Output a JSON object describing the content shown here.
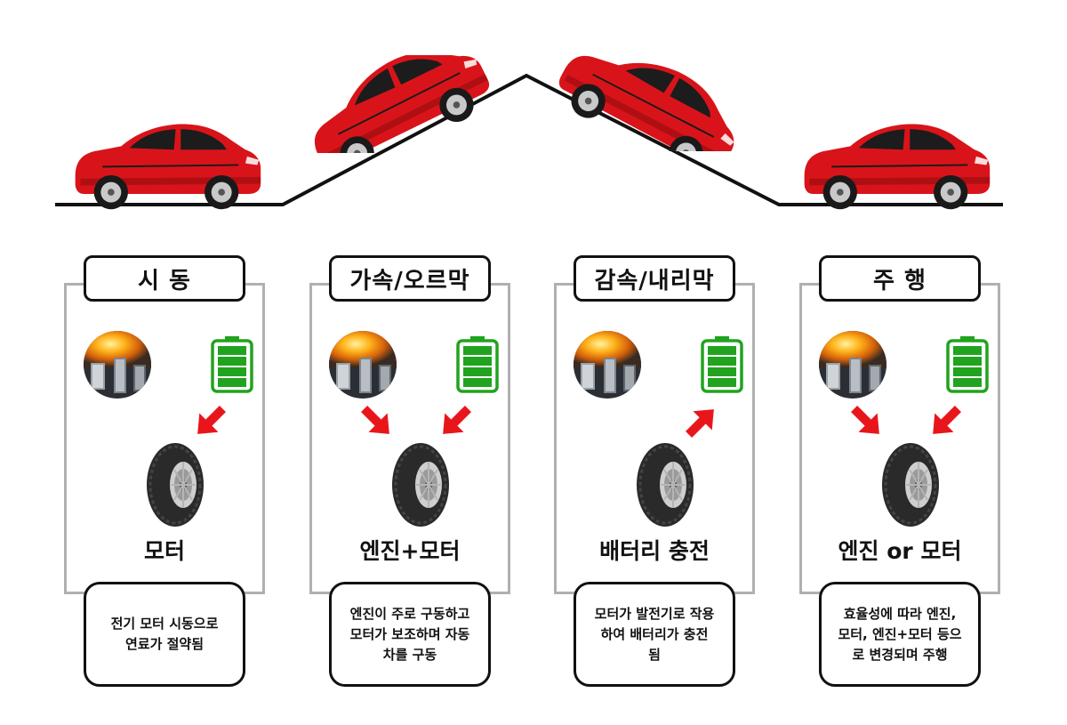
{
  "stages": [
    {
      "title": "시 동",
      "mode": "모터",
      "description_lines": [
        "전기 모터 시동으로",
        "연료가 절약됨"
      ],
      "flows": [
        "battery-to-wheel"
      ]
    },
    {
      "title": "가속/오르막",
      "mode": "엔진+모터",
      "description_lines": [
        "엔진이 주로 구동하고",
        "모터가 보조하며 자동",
        "차를 구동"
      ],
      "flows": [
        "engine-to-wheel",
        "battery-to-wheel"
      ]
    },
    {
      "title": "감속/내리막",
      "mode": "배터리 충전",
      "description_lines": [
        "모터가 발전기로 작용",
        "하여 배터리가 충전",
        "됨"
      ],
      "flows": [
        "wheel-to-battery"
      ]
    },
    {
      "title": "주 행",
      "mode": "엔진 or 모터",
      "description_lines": [
        "효율성에 따라 엔진,",
        "모터, 엔진+모터 등으",
        "로 변경되며 주행"
      ],
      "flows": [
        "engine-to-wheel",
        "battery-to-wheel"
      ]
    }
  ],
  "colors": {
    "car_body": "#d8141a",
    "arrow": "#e8161b",
    "battery": "#21a31f",
    "panel_border": "#b0b0b0",
    "box_border": "#111111",
    "road": "#111111"
  },
  "icons": {
    "engine": "engine-piston-icon",
    "battery": "battery-icon",
    "wheel": "tire-icon",
    "arrow": "arrow-icon",
    "car": "car-icon"
  }
}
